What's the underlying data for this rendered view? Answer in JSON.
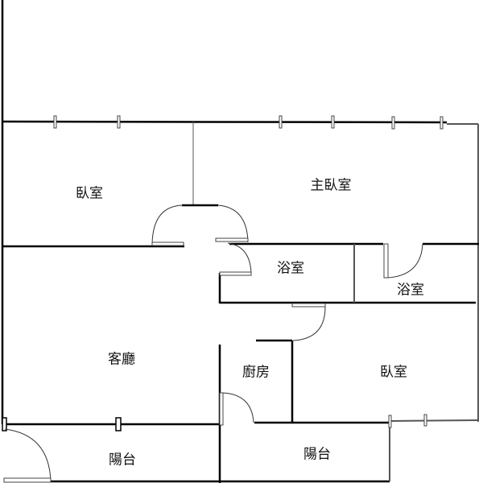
{
  "plan": {
    "rooms": [
      {
        "name": "臥室"
      },
      {
        "name": "主臥室"
      },
      {
        "name": "浴室"
      },
      {
        "name": "浴室"
      },
      {
        "name": "客廳"
      },
      {
        "name": "廚房"
      },
      {
        "name": "臥室"
      },
      {
        "name": "陽台"
      },
      {
        "name": "陽台"
      }
    ]
  }
}
